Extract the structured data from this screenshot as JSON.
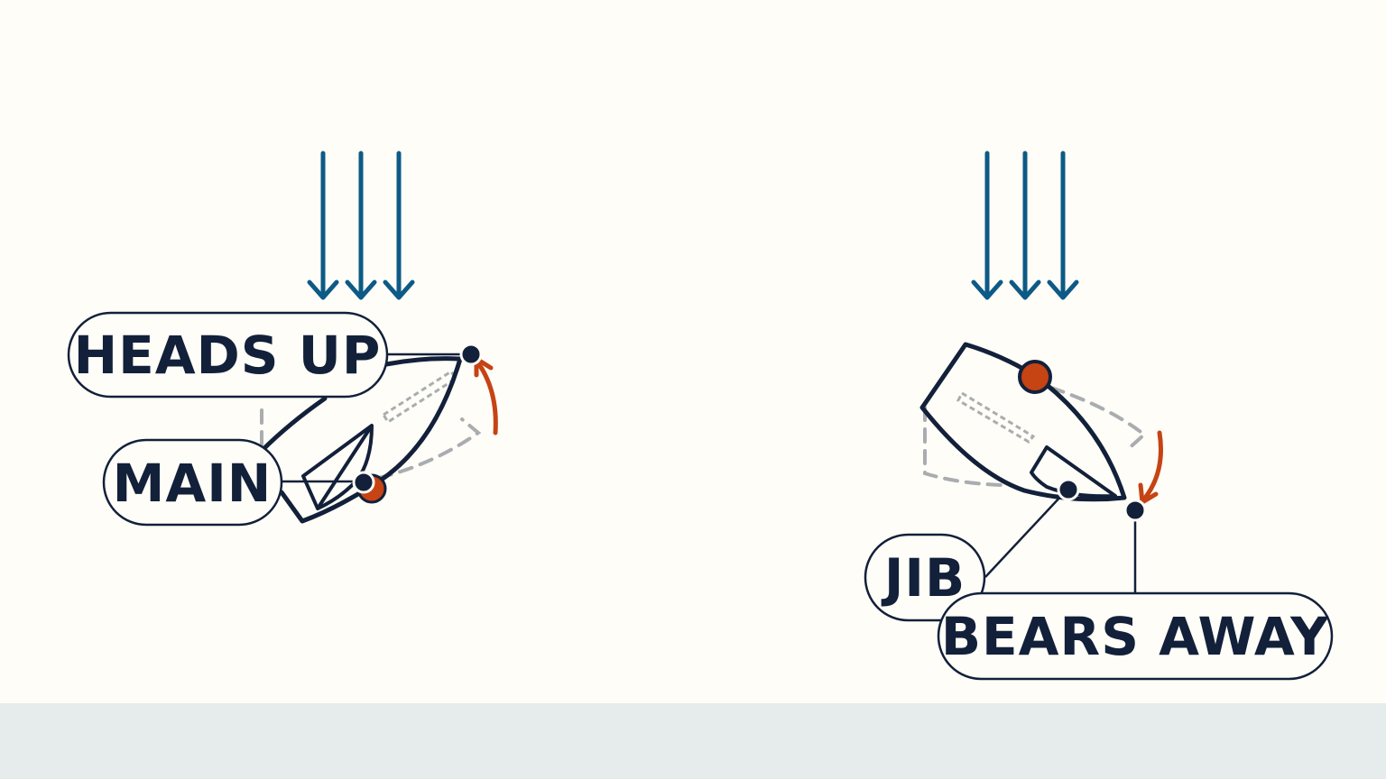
{
  "colors": {
    "background": "#fefdf7",
    "footer": "#e6ebeb",
    "ink": "#12203a",
    "wind": "#0d5a86",
    "accent": "#c64314",
    "ghost": "#a9adb0"
  },
  "left_panel": {
    "wind_icon": "wind-arrows-icon",
    "label_primary": "HEADS UP",
    "label_secondary": "MAIN"
  },
  "right_panel": {
    "wind_icon": "wind-arrows-icon",
    "label_primary": "BEARS AWAY",
    "label_secondary": "JIB"
  }
}
